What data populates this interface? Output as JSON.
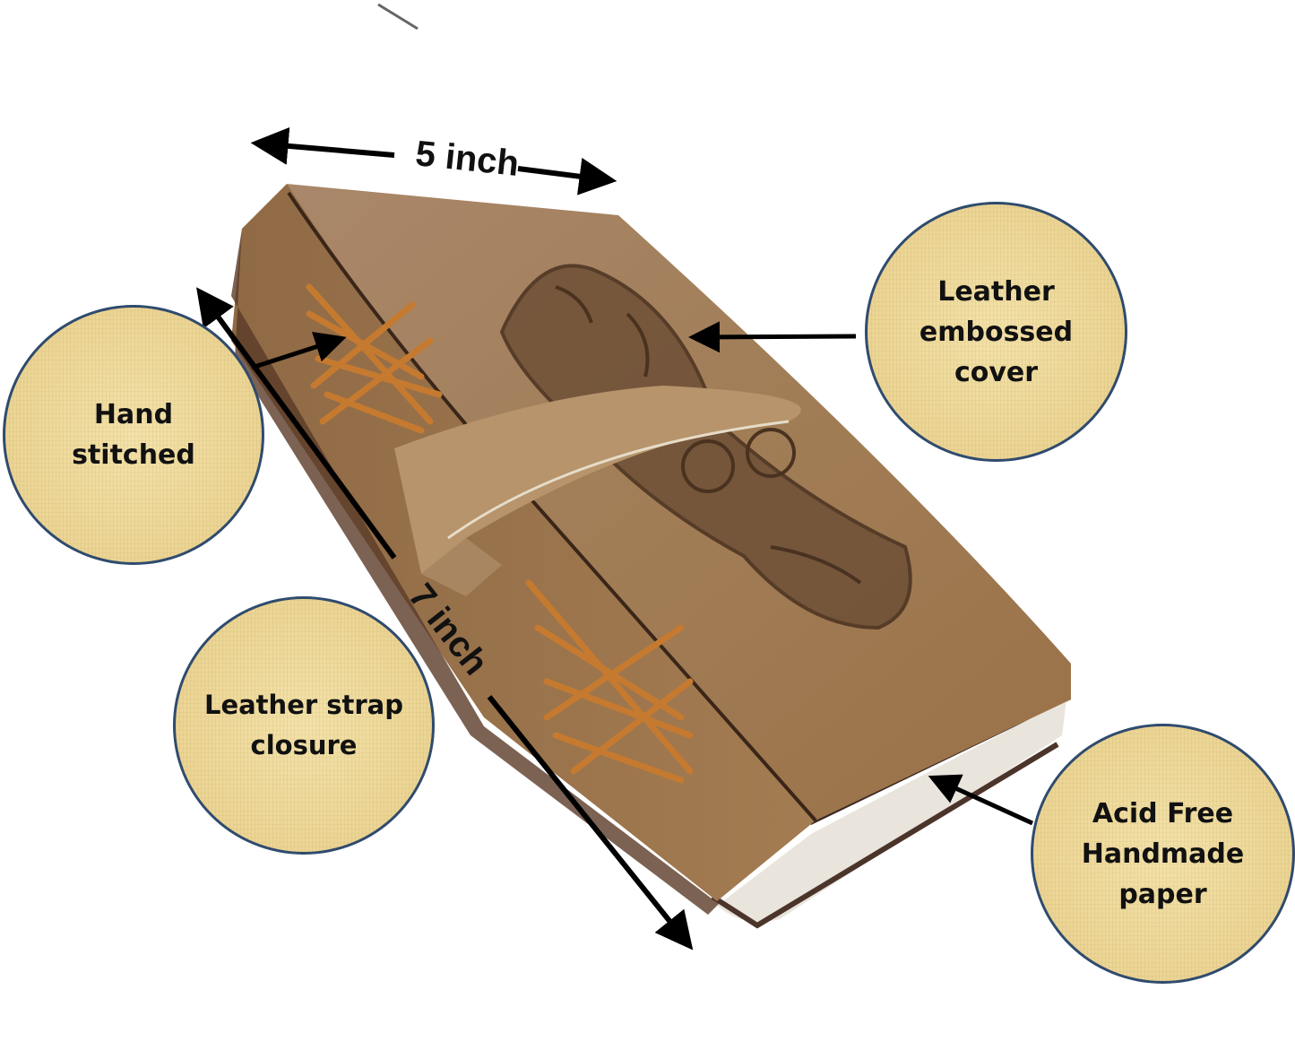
{
  "dimensions": {
    "width_label": "5 inch",
    "height_label": "7 inch"
  },
  "callouts": {
    "hand_stitched": {
      "lines": [
        "Hand",
        "stitched"
      ]
    },
    "embossed_cover": {
      "lines": [
        "Leather",
        "embossed",
        "cover"
      ]
    },
    "strap_closure": {
      "lines": [
        "Leather strap",
        "closure"
      ]
    },
    "paper": {
      "lines": [
        "Acid Free",
        "Handmade",
        "paper"
      ]
    }
  },
  "colors": {
    "callout_border": "#2f4b6e",
    "callout_fill": "#ecd594",
    "leather": "#a8835a",
    "stitching": "#c57a30",
    "arrow": "#000000"
  }
}
